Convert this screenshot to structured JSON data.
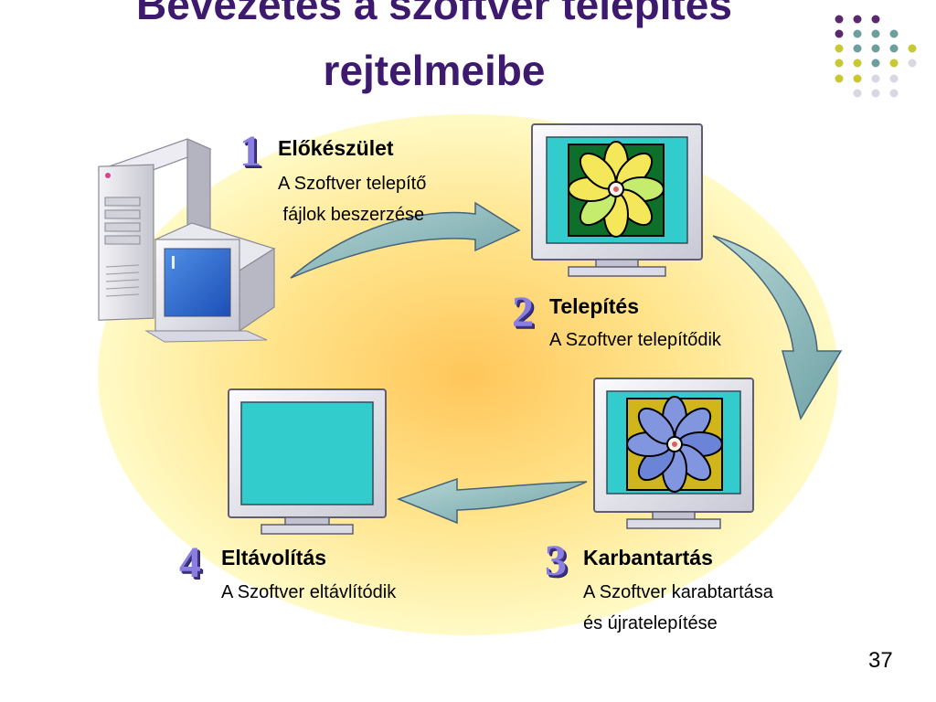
{
  "title": {
    "line1": "Bevezetés a szoftver telepítés",
    "line2": "rejtelmeibe"
  },
  "steps": [
    {
      "number": "1",
      "title": "Előkészület",
      "desc_line1": "A Szoftver telepítő",
      "desc_line2": " fájlok beszerzése"
    },
    {
      "number": "2",
      "title": "Telepítés",
      "desc_line1": "A Szoftver telepítődik"
    },
    {
      "number": "3",
      "title": "Karbantartás",
      "desc_line1": "A Szoftver karabtartása",
      "desc_line2": "és újratelepítése"
    },
    {
      "number": "4",
      "title": "Eltávolítás",
      "desc_line1": "A Szoftver eltávlítódik"
    }
  ],
  "page_number": "37",
  "colors": {
    "title": "#3d1a6e",
    "ellipse_center": "#ffc65a",
    "ellipse_edge": "#fff8b8",
    "arrow_fill": "#7fb3b4",
    "arrow_stroke": "#46637a",
    "screen_cyan": "#33cccc",
    "step_number": "#8a7fe0",
    "dots_purple": "#5a2a6e",
    "dots_teal": "#6e9e9e",
    "dots_olive": "#c8c832",
    "dots_light": "#d8d8e4"
  },
  "icons": [
    "dot-grid-decoration-icon",
    "server-computer-icon",
    "monitor-yellow-flower-icon",
    "monitor-blue-flower-icon",
    "blank-monitor-icon"
  ]
}
